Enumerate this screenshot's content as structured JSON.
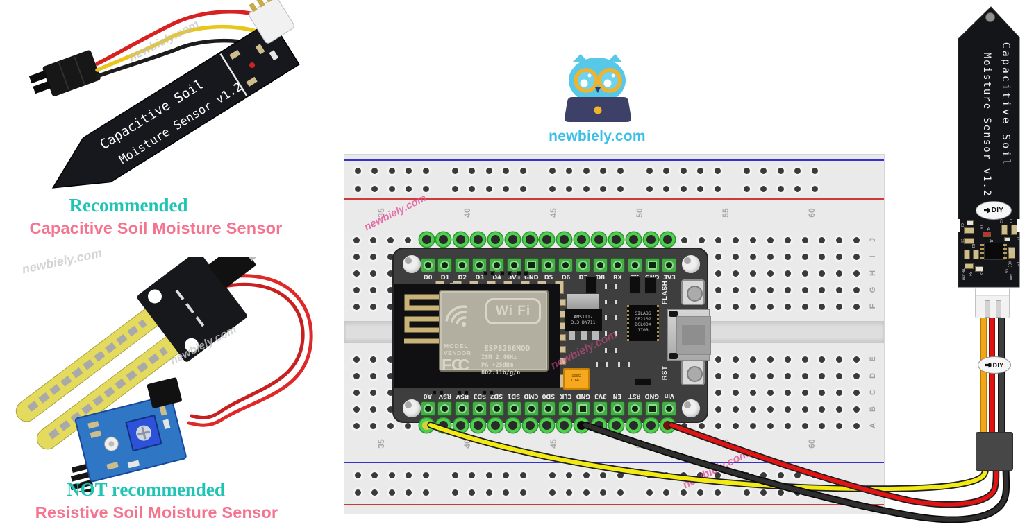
{
  "brand": {
    "name": "newbiely.com",
    "color": "#3fbfe8"
  },
  "captions": {
    "recommended": "Recommended",
    "recommended_sub": "Capacitive Soil Moisture Sensor",
    "not_recommended": "NOT recommended",
    "not_recommended_sub": "Resistive Soil Moisture Sensor",
    "title_color": "#1fc4b4",
    "subtitle_color": "#f4738f"
  },
  "watermark": {
    "text": "newbiely.com",
    "pink": "#e4559b",
    "gray": "#cfcfcf"
  },
  "breadboard": {
    "column_numbers": [
      "35",
      "40",
      "45",
      "50",
      "55",
      "60"
    ],
    "row_letters_top": [
      "J",
      "I",
      "H",
      "G",
      "F"
    ],
    "row_letters_bottom": [
      "E",
      "D",
      "C",
      "B",
      "A"
    ],
    "socket_green": "#4ecf4e"
  },
  "nodemcu": {
    "top_pins": [
      "D0",
      "D1",
      "D2",
      "D3",
      "D4",
      "3V3",
      "GND",
      "D5",
      "D6",
      "D7",
      "D8",
      "RX",
      "TX",
      "GND",
      "3V3"
    ],
    "bottom_pins": [
      "A0",
      "RSV",
      "RSV",
      "SD3",
      "SD2",
      "SD1",
      "CMD",
      "SD0",
      "CLK",
      "GND",
      "3V3",
      "EN",
      "RST",
      "GND",
      "Vin"
    ],
    "flash_label": "FLASH",
    "rst_label": "RST",
    "shield": {
      "wifi": "Wi Fi",
      "model": "MODEL",
      "vendor": "VENDOR",
      "chip": "ESP8266MOD",
      "fcc": "FC",
      "fcc2": "C",
      "specs": [
        "ISM 2.4GHz",
        "PA  +25dBm",
        "802.11b/g/n"
      ]
    },
    "regulator": [
      "AMS1117",
      "3.3  DN711"
    ],
    "usb_chip": [
      "SILABS",
      "CP2102",
      "DCL00X",
      "1708"
    ],
    "capacitor": [
      "106C",
      "116K1"
    ]
  },
  "sensor": {
    "line1": "Capacitive Soil",
    "line2": "Moisture Sensor v1.2",
    "brand": "DIY",
    "model": "HW-390",
    "pin_labels": [
      "GND",
      "VCC",
      "AOUT"
    ],
    "designators": [
      "C1",
      "C2",
      "C3",
      "C4",
      "C5",
      "C6",
      "R1",
      "R2",
      "R3",
      "R4",
      "T4",
      "U1",
      "U2"
    ]
  },
  "wires": [
    {
      "name": "signal-wire",
      "color": "#f2ea12",
      "from": "A0",
      "to": "AOUT"
    },
    {
      "name": "power-wire",
      "color": "#e01414",
      "from": "Vin",
      "to": "VCC"
    },
    {
      "name": "ground-wire",
      "color": "#2e2e2e",
      "from": "GND",
      "to": "GND"
    }
  ]
}
